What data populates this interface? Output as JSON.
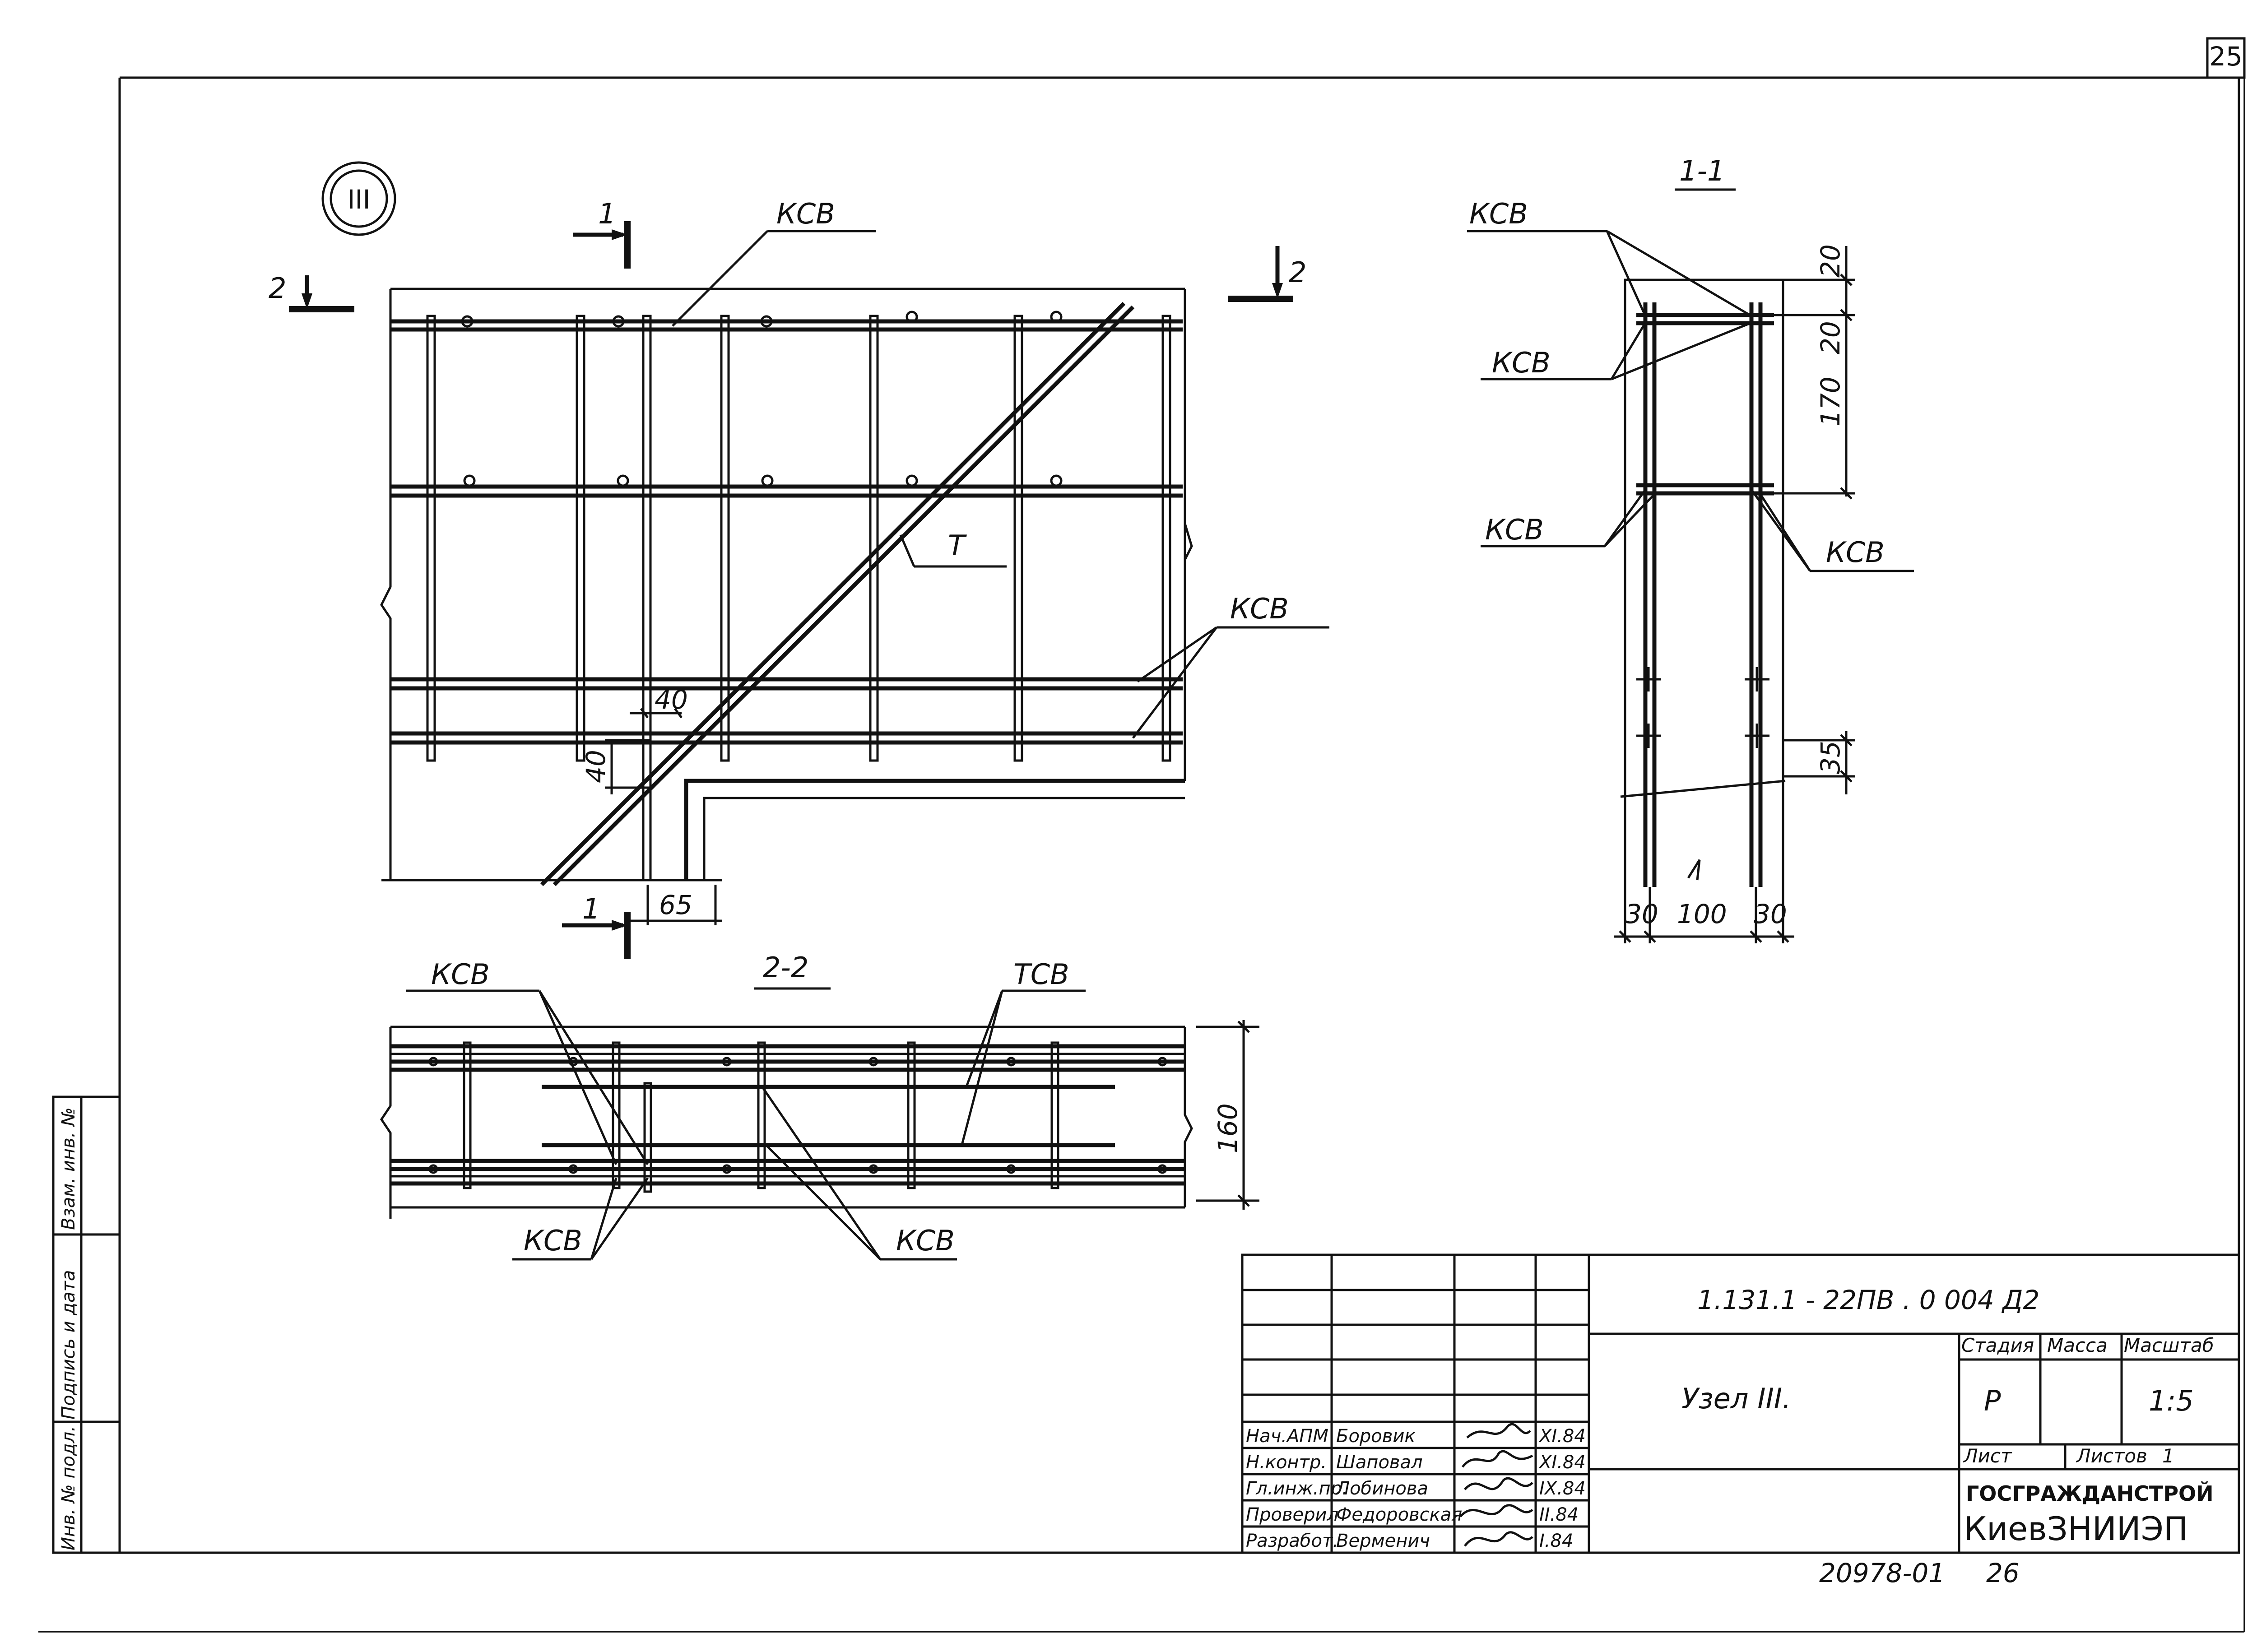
{
  "sheet": {
    "page_number": "25",
    "node_marker": "III",
    "archive_number": "20978-01",
    "archive_sheet": "26"
  },
  "plan_view": {
    "section_1_mark": "1",
    "section_2_mark": "2",
    "labels": {
      "ksv_top": "КСВ",
      "ksv_right": "КСВ",
      "t_bar": "Т"
    },
    "dims": {
      "d40_h": "40",
      "d40_v": "40",
      "d65": "65"
    }
  },
  "section_1_1": {
    "title": "1-1",
    "labels": {
      "ksv_a": "КСВ",
      "ksv_b": "КСВ",
      "ksv_c": "КСВ",
      "ksv_d": "КСВ"
    },
    "dims": {
      "d20a": "20",
      "d20b": "20",
      "d170": "170",
      "d35": "35",
      "d30l": "30",
      "d100": "100",
      "d30r": "30"
    }
  },
  "section_2_2": {
    "title": "2-2",
    "labels": {
      "ksv_tl": "КСВ",
      "tsv": "ТСВ",
      "ksv_bl": "КСВ",
      "ksv_bc": "КСВ"
    },
    "dims": {
      "d160": "160"
    }
  },
  "side_strip": {
    "inv_orig": "Инв. № подл.",
    "sign_date": "Подпись и дата",
    "inv_swap": "Взам. инв. №"
  },
  "title_block": {
    "doc_code": "1.131.1 - 22ПВ . 0  004  Д2",
    "sheet_title": "Узел III.",
    "stage_hdr": "Стадия",
    "mass_hdr": "Масса",
    "scale_hdr": "Масштаб",
    "stage": "Р",
    "mass": "",
    "scale": "1:5",
    "sheet_hdr": "Лист",
    "sheets_hdr": "Листов",
    "sheets": "1",
    "org_line1": "ГОСГРАЖДАНСТРОЙ",
    "org_line2": "КиевЗНИИЭП",
    "rows": [
      {
        "role": "Нач.АПМ",
        "name": "Боровик",
        "date": "XI.84"
      },
      {
        "role": "Н.контр.",
        "name": "Шаповал",
        "date": "XI.84"
      },
      {
        "role": "Гл.инж.пр.",
        "name": "Лобинова",
        "date": "IX.84"
      },
      {
        "role": "Проверил",
        "name": "Федоровская",
        "date": "II.84"
      },
      {
        "role": "Разработ.",
        "name": "Верменич",
        "date": "I.84"
      }
    ]
  }
}
